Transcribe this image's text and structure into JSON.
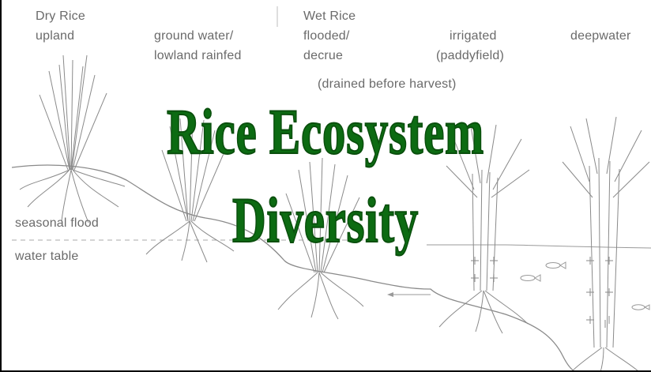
{
  "title": {
    "line1": "Rice Ecosystem",
    "line2": "Diversity"
  },
  "labels": {
    "dry_rice": "Dry Rice",
    "upland": "upland",
    "ground_water_1": "ground water/",
    "ground_water_2": "lowland rainfed",
    "wet_rice": "Wet Rice",
    "flooded_1": "flooded/",
    "flooded_2": "decrue",
    "irrigated_1": "irrigated",
    "irrigated_2": "(paddyfield)",
    "deepwater": "deepwater",
    "drained": "(drained before harvest)",
    "seasonal_flood": "seasonal flood",
    "water_table": "water table"
  },
  "colors": {
    "title_fill": "#0c6b12",
    "title_stroke": "#0a4f0d",
    "label_text": "#6a6a6a",
    "drawing": "#8a8a8a"
  }
}
